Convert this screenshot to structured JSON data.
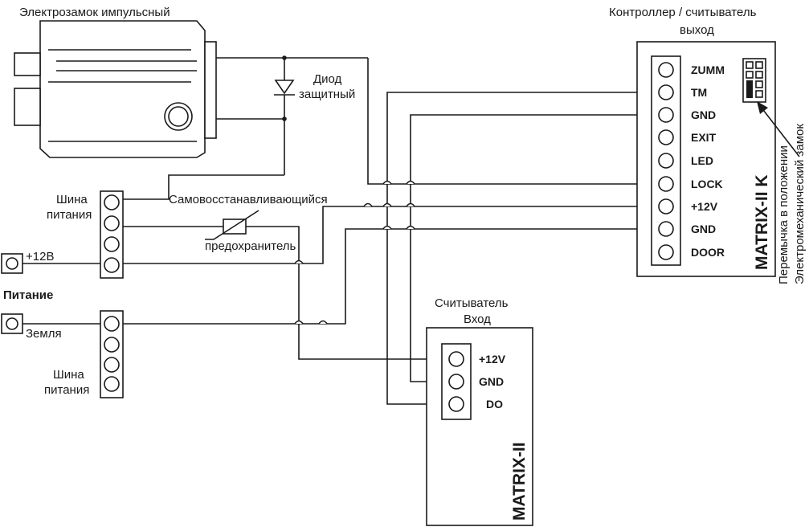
{
  "lock": {
    "title": "Электрозамок импульсный"
  },
  "diode": {
    "line1": "Диод",
    "line2": "защитный"
  },
  "controller": {
    "title_line1": "Контроллер / считыватель",
    "title_line2": "выход",
    "name": "MATRIX-II K",
    "pins": [
      "ZUMM",
      "TM",
      "GND",
      "EXIT",
      "LED",
      "LOCK",
      "+12V",
      "GND",
      "DOOR"
    ],
    "jumper_note_line1": "Перемычка в положении",
    "jumper_note_line2": "Электромеханический замок"
  },
  "reader": {
    "title_line1": "Считыватель",
    "title_line2": "Вход",
    "name": "MATRIX-II",
    "pins": [
      "+12V",
      "GND",
      "DO"
    ]
  },
  "power": {
    "plus_label": "+12В",
    "title": "Питание",
    "ground_label": "Земля",
    "bus_top_line1": "Шина",
    "bus_top_line2": "питания",
    "bus_bottom_line1": "Шина",
    "bus_bottom_line2": "питания"
  },
  "fuse": {
    "line1": "Самовосстанавливающийся",
    "line2": "предохранитель"
  }
}
